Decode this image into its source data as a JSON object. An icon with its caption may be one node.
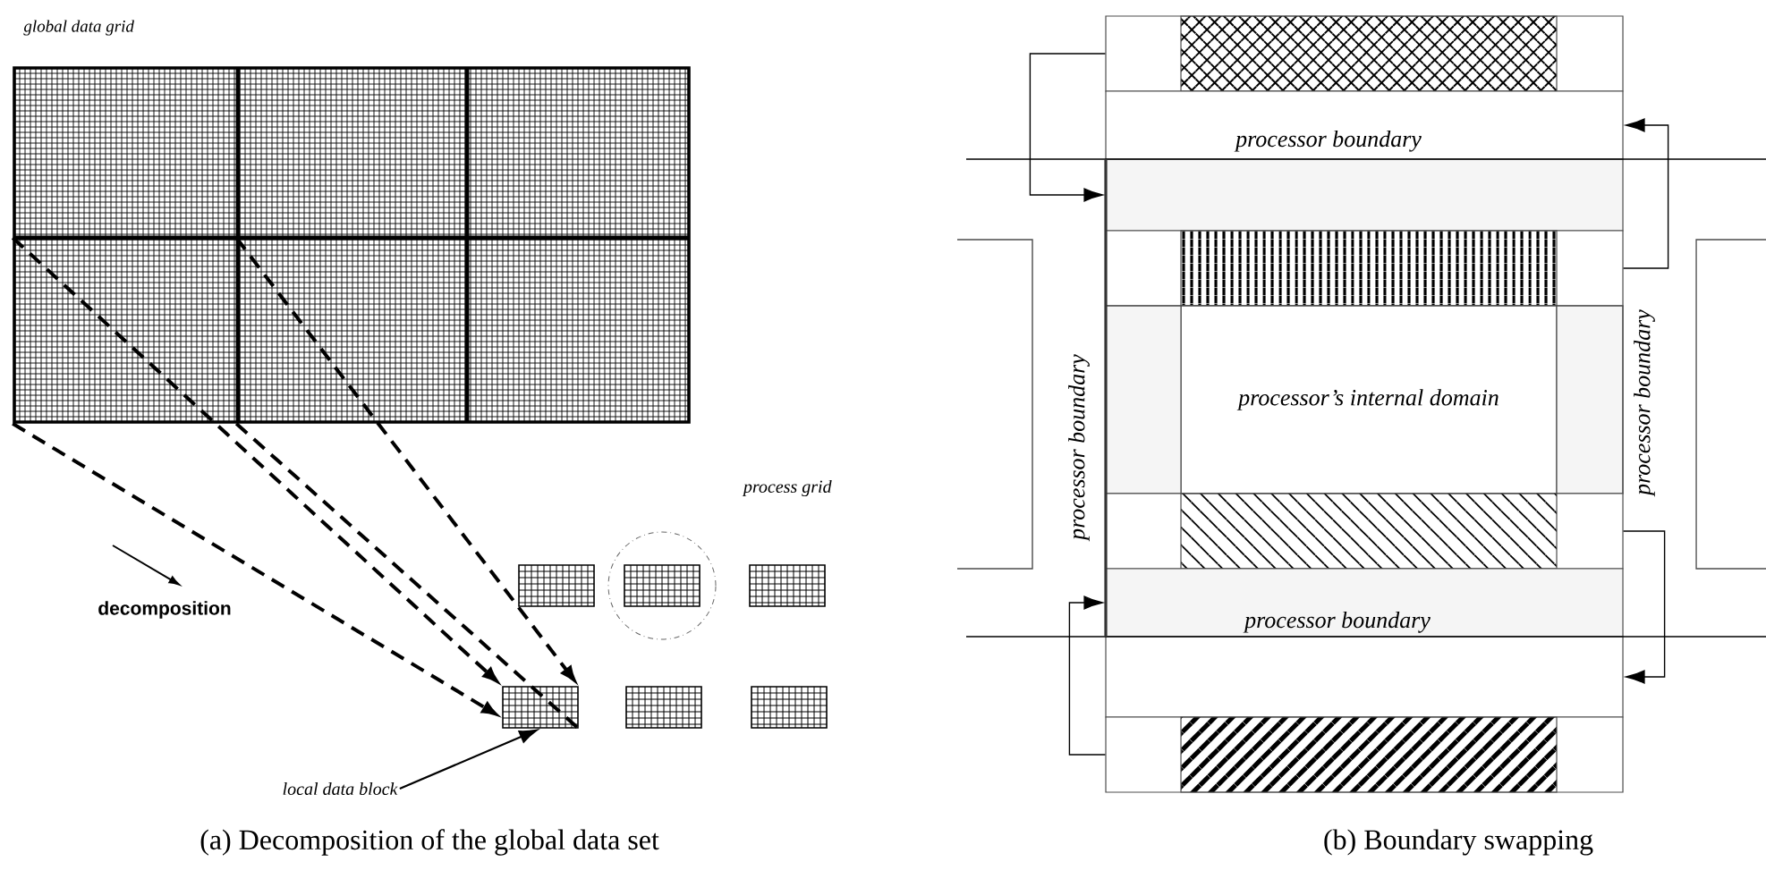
{
  "diagram": {
    "nodes": [
      {
        "text": [
          "global data grid"
        ]
      },
      {
        "text": [],
        "shape": "box"
      },
      {
        "text": [],
        "shape": "circle"
      },
      {
        "text": [],
        "shape": "box",
        "in": 2
      },
      {
        "text": [],
        "shape": "box"
      },
      {
        "text": [],
        "shape": "box"
      },
      {
        "text": [],
        "shape": "box"
      },
      {
        "text": [],
        "shape": "box"
      },
      {
        "text": [
          "local data block"
        ]
      },
      {
        "text": [],
        "shape": "box"
      },
      {
        "text": [
          "processor boundary"
        ]
      },
      {
        "text": [],
        "shape": "box"
      },
      {
        "text": [],
        "shape": "box"
      },
      {
        "text": [
          "processor’s internal domain"
        ]
      },
      {
        "text": [],
        "shape": "box"
      },
      {
        "text": [
          "processor boundary"
        ]
      },
      {
        "text": [],
        "shape": "box"
      },
      {
        "text": [],
        "shape": "box"
      }
    ],
    "edges": [
      {
        "from": 0,
        "to": 5,
        "arrow": "to",
        "style": "dashed"
      },
      {
        "from": 0,
        "to": 5,
        "arrow": "to",
        "style": "dashed"
      },
      {
        "from": 0,
        "to": 5,
        "arrow": "to",
        "style": "dashed"
      },
      {
        "from": 0,
        "to": 5,
        "arrow": "none",
        "style": "dashed"
      },
      {
        "from": 8,
        "to": 5,
        "arrow": "to"
      },
      {
        "from": 9,
        "to": 11,
        "arrow": "to"
      },
      {
        "from": 12,
        "to": 10,
        "arrow": "to"
      },
      {
        "from": 17,
        "to": 15,
        "arrow": "to"
      },
      {
        "from": 14,
        "to": 16,
        "arrow": "to"
      }
    ],
    "labels": [
      "process grid",
      "decomposition",
      "processor boundary",
      "processor boundary",
      "(a) Decomposition of the global data set",
      "(b) Boundary swapping"
    ]
  }
}
